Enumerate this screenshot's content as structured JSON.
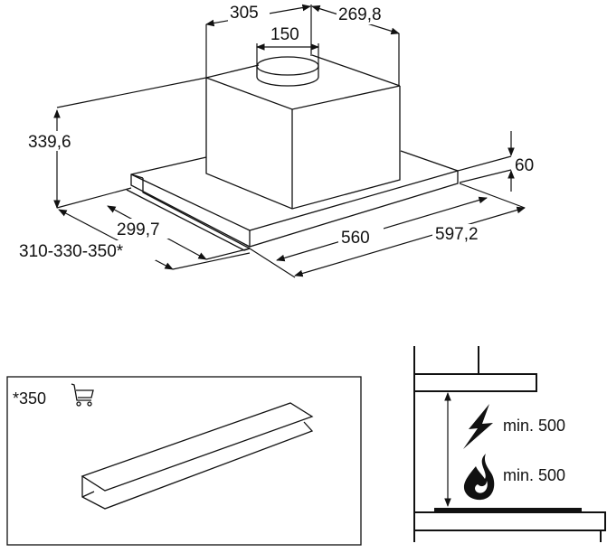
{
  "hood_diagram": {
    "dimensions": {
      "chimney_width": "305",
      "chimney_depth": "269,8",
      "duct_diameter": "150",
      "total_height": "339,6",
      "canopy_height": "60",
      "canopy_depth": "299,7",
      "depth_options": "310-330-350*",
      "width_inner": "560",
      "width_outer": "597,2"
    }
  },
  "accessory_panel": {
    "label": "*350",
    "icon": "shopping-cart-icon"
  },
  "clearance_diagram": {
    "electric_label": "min. 500",
    "gas_label": "min. 500",
    "icons": [
      "lightning-icon",
      "flame-icon"
    ]
  },
  "colors": {
    "line": "#111111",
    "background": "#ffffff"
  }
}
